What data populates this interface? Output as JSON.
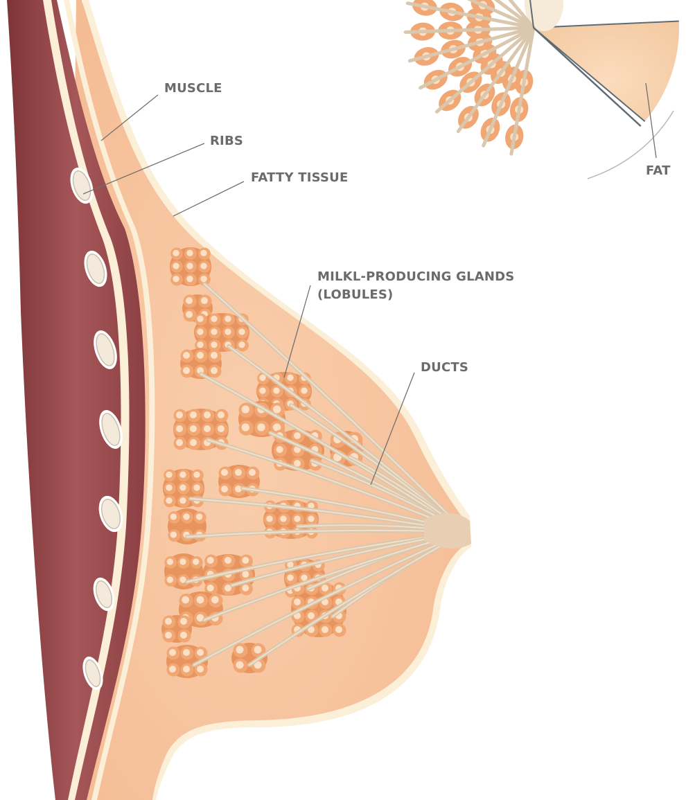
{
  "labels": {
    "muscle": "MUSCLE",
    "ribs": "RIBS",
    "fatty_tissue": "FATTY TISSUE",
    "glands_line1": "MILKL-PRODUCING GLANDS",
    "glands_line2": "(LOBULES)",
    "ducts": "DUCTS",
    "fat": "FAT"
  },
  "colors": {
    "muscle": "#9a4a4c",
    "muscle_dark": "#7e3538",
    "fatty_tissue": "#f7c4a0",
    "tissue_edge": "#fbefd8",
    "lobule": "#f0a774",
    "lobule_dark": "#e58e58",
    "lobule_highlight": "#fde7cf",
    "duct": "#d9c7ae",
    "rib": "#f3eadc",
    "label_text": "#6b6b6b"
  }
}
